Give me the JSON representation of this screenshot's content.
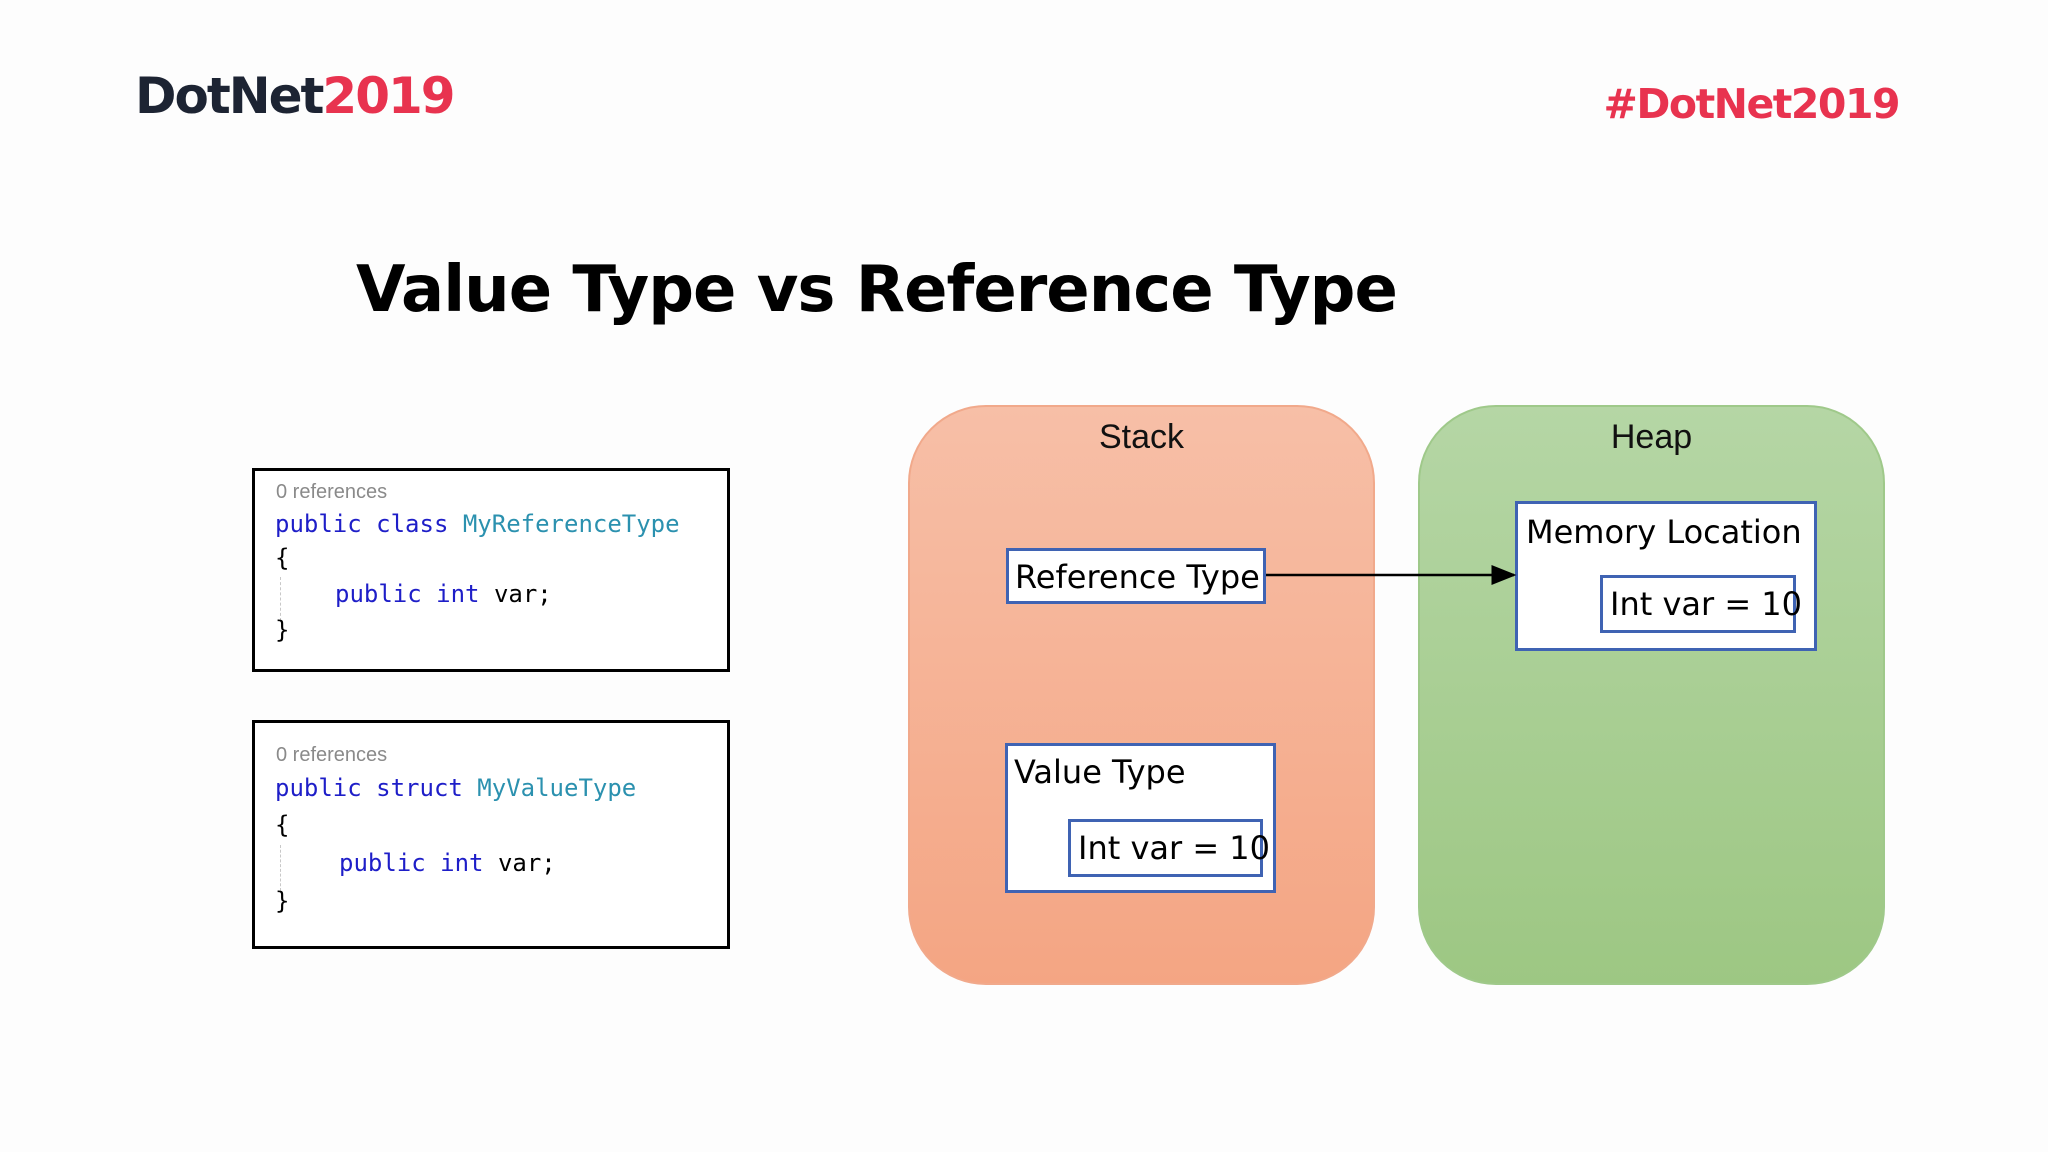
{
  "header": {
    "logo_dark": "DotNet",
    "logo_red": "2019",
    "hashtag": "#DotNet2019"
  },
  "slide": {
    "title": "Value Type vs Reference Type"
  },
  "code_reference": {
    "refs": "0 references",
    "line1": {
      "kw": "public class",
      "type": "MyReferenceType"
    },
    "open_brace": "{",
    "line3": {
      "kw": "public int",
      "tail": "var;"
    },
    "close_brace": "}"
  },
  "code_value": {
    "refs": "0 references",
    "line1": {
      "kw": "public struct",
      "type": "MyValueType"
    },
    "open_brace": "{",
    "line3": {
      "kw": "public int",
      "tail": "var;"
    },
    "close_brace": "}"
  },
  "stack": {
    "title": "Stack",
    "reference_box": "Reference Type",
    "value_box": "Value Type",
    "value_inner": "Int var = 10"
  },
  "heap": {
    "title": "Heap",
    "memory_box": "Memory Location",
    "memory_inner": "Int var = 10"
  },
  "colors": {
    "brand_red": "#e8334f",
    "brand_dark": "#1d2433",
    "stack_fill": "#f4a583",
    "heap_fill": "#9dc783",
    "box_border": "#3f63b3",
    "keyword": "#1e1ec8",
    "type_name": "#2b91af"
  }
}
